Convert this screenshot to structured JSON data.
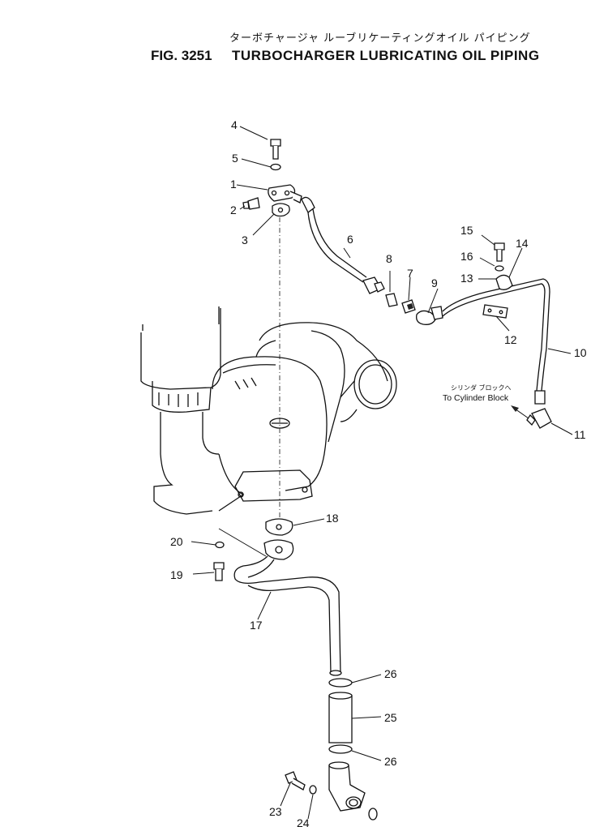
{
  "title": {
    "jp": "ターボチャージャ ルーブリケーティングオイル パイピング",
    "fig": "FIG. 3251",
    "en": "TURBOCHARGER LUBRICATING OIL PIPING"
  },
  "note": {
    "jp": "シリンダ ブロックへ",
    "en": "To Cylinder Block"
  },
  "labels": [
    "1",
    "2",
    "3",
    "4",
    "5",
    "6",
    "7",
    "8",
    "9",
    "10",
    "11",
    "12",
    "13",
    "14",
    "15",
    "16",
    "17",
    "18",
    "19",
    "20",
    "23",
    "24",
    "25",
    "26",
    "26"
  ]
}
